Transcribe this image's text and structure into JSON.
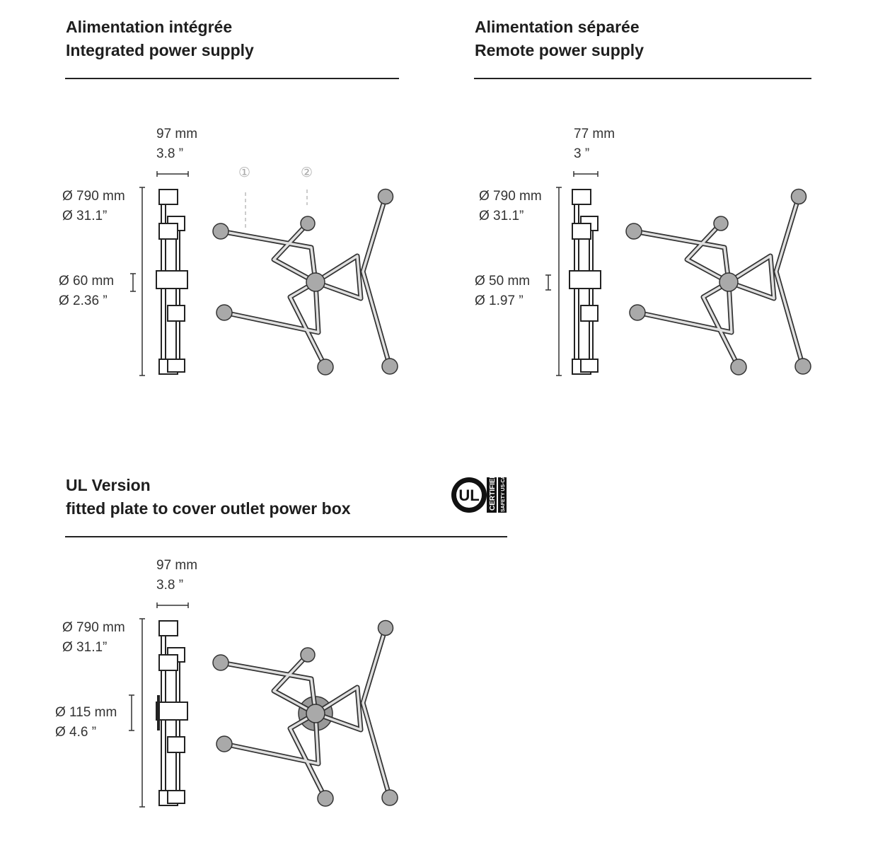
{
  "sections": [
    {
      "title_fr": "Alimentation intégrée",
      "title_en": "Integrated power supply",
      "depth_mm": "97 mm",
      "depth_in": "3.8 ”",
      "dia_mm": "Ø 790 mm",
      "dia_in": "Ø 31.1”",
      "plate_mm": "Ø 60 mm",
      "plate_in": "Ø 2.36 ”",
      "callouts": [
        "①",
        "②"
      ]
    },
    {
      "title_fr": "Alimentation séparée",
      "title_en": "Remote power supply",
      "depth_mm": "77 mm",
      "depth_in": "3 ”",
      "dia_mm": "Ø 790 mm",
      "dia_in": "Ø 31.1”",
      "plate_mm": "Ø 50 mm",
      "plate_in": "Ø 1.97 ”"
    },
    {
      "title_fr": "UL Version",
      "title_en": "fitted plate to cover outlet power box",
      "depth_mm": "97 mm",
      "depth_in": "3.8 ”",
      "dia_mm": "Ø 790 mm",
      "dia_in": "Ø 31.1”",
      "plate_mm": "Ø 115 mm",
      "plate_in": "Ø 4.6 ”"
    }
  ],
  "ul_logo": {
    "mark": "UL",
    "text": "CERTIFIED",
    "sub": "SAFETY US-CA"
  },
  "colors": {
    "ink": "#222222",
    "ball": "#a9a9a9",
    "rod": "#e0e0e0"
  }
}
